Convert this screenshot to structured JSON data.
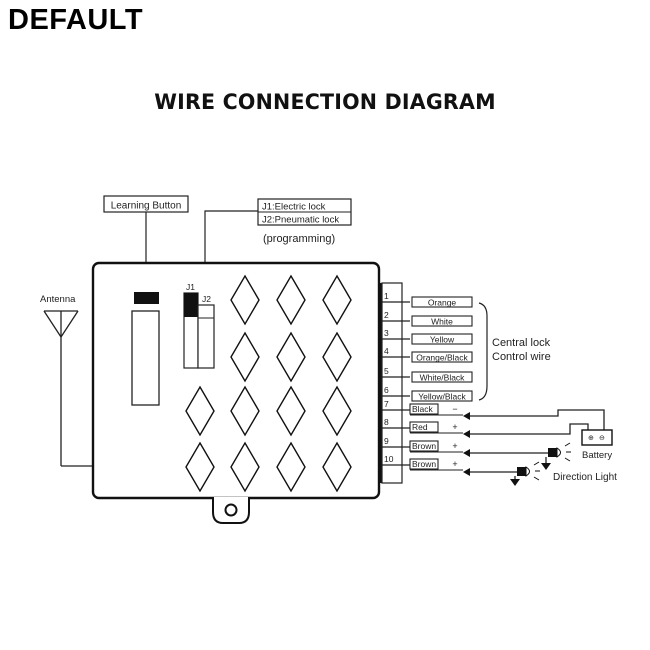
{
  "badge": "DEFAULT",
  "title": "WIRE CONNECTION DIAGRAM",
  "labels": {
    "learning_button": "Learning Button",
    "j1_line": "J1:Electric lock",
    "j2_line": "J2:Pneumatic lock",
    "programming": "(programming)",
    "antenna": "Antenna",
    "j1": "J1",
    "j2": "J2",
    "central_lock_1": "Central lock",
    "central_lock_2": "Control wire",
    "battery": "Battery",
    "direction_light": "Direction Light"
  },
  "battery_terminals": {
    "positive": "⊕",
    "negative": "⊖"
  },
  "wires": [
    {
      "pin": "1",
      "color": "Orange"
    },
    {
      "pin": "2",
      "color": "White"
    },
    {
      "pin": "3",
      "color": "Yellow"
    },
    {
      "pin": "4",
      "color": "Orange/Black"
    },
    {
      "pin": "5",
      "color": "White/Black"
    },
    {
      "pin": "6",
      "color": "Yellow/Black"
    },
    {
      "pin": "7",
      "color": "Black",
      "sign": "−"
    },
    {
      "pin": "8",
      "color": "Red",
      "sign": "+"
    },
    {
      "pin": "9",
      "color": "Brown",
      "sign": "+"
    },
    {
      "pin": "10",
      "color": "Brown",
      "sign": "+"
    }
  ]
}
